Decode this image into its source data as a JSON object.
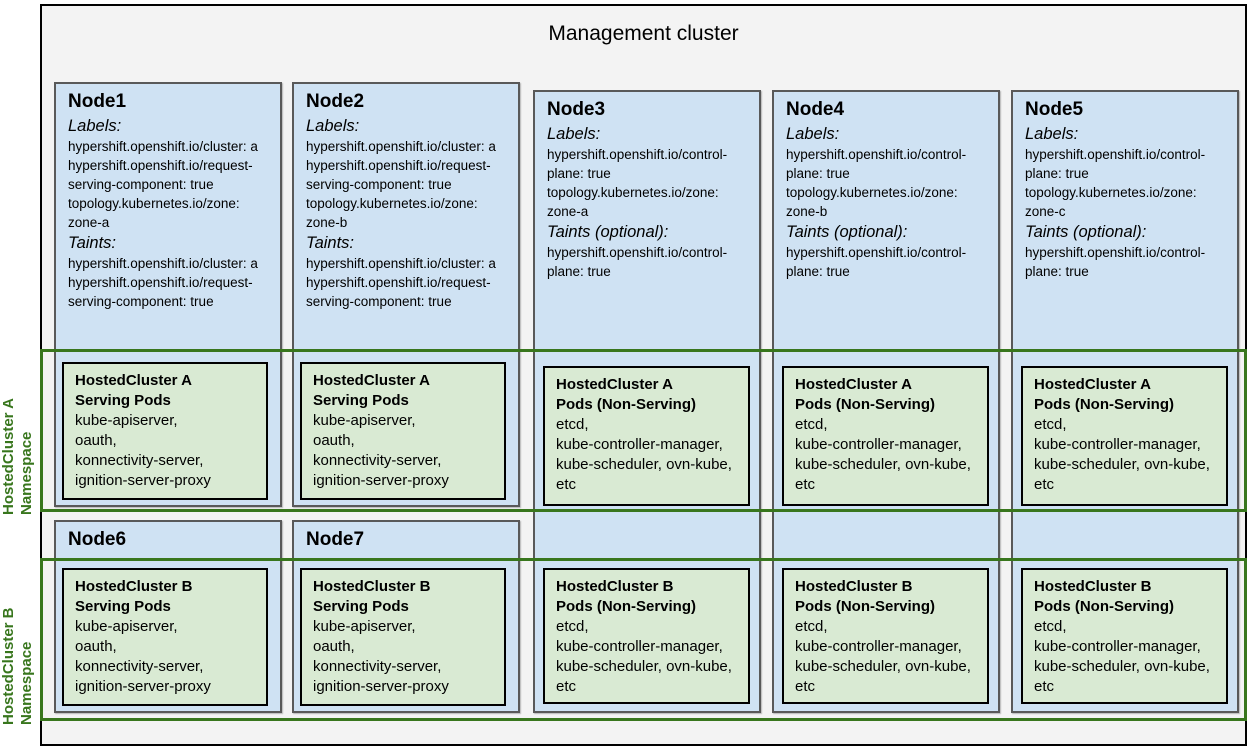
{
  "title": "Management cluster",
  "namespace_labels": {
    "a": {
      "line1": "HostedCluster A",
      "line2": "Namespace"
    },
    "b": {
      "line1": "HostedCluster B",
      "line2": "Namespace"
    }
  },
  "nodes": [
    {
      "name": "Node1",
      "labels_heading": "Labels:",
      "labels": [
        "hypershift.openshift.io/cluster: a",
        "hypershift.openshift.io/request-serving-component: true",
        "topology.kubernetes.io/zone: zone-a"
      ],
      "taints_heading": "Taints:",
      "taints": [
        "hypershift.openshift.io/cluster: a",
        "hypershift.openshift.io/request-serving-component: true"
      ]
    },
    {
      "name": "Node2",
      "labels_heading": "Labels:",
      "labels": [
        "hypershift.openshift.io/cluster: a",
        "hypershift.openshift.io/request-serving-component: true",
        "topology.kubernetes.io/zone: zone-b"
      ],
      "taints_heading": "Taints:",
      "taints": [
        "hypershift.openshift.io/cluster: a",
        "hypershift.openshift.io/request-serving-component: true"
      ]
    },
    {
      "name": "Node3",
      "labels_heading": "Labels:",
      "labels": [
        "hypershift.openshift.io/control-plane: true",
        "topology.kubernetes.io/zone: zone-a"
      ],
      "taints_heading": "Taints (optional):",
      "taints": [
        "hypershift.openshift.io/control-plane: true"
      ]
    },
    {
      "name": "Node4",
      "labels_heading": "Labels:",
      "labels": [
        "hypershift.openshift.io/control-plane: true",
        "topology.kubernetes.io/zone: zone-b"
      ],
      "taints_heading": "Taints (optional):",
      "taints": [
        "hypershift.openshift.io/control-plane: true"
      ]
    },
    {
      "name": "Node5",
      "labels_heading": "Labels:",
      "labels": [
        "hypershift.openshift.io/control-plane: true",
        "topology.kubernetes.io/zone: zone-c"
      ],
      "taints_heading": "Taints (optional):",
      "taints": [
        "hypershift.openshift.io/control-plane: true"
      ]
    },
    {
      "name": "Node6"
    },
    {
      "name": "Node7"
    }
  ],
  "pods": {
    "serving_a": {
      "title_lines": [
        "HostedCluster A",
        "Serving Pods"
      ],
      "items": [
        "kube-apiserver,",
        "oauth,",
        "konnectivity-server,",
        "ignition-server-proxy"
      ]
    },
    "nonserving_a": {
      "title_lines": [
        "HostedCluster A",
        "Pods (Non-Serving)"
      ],
      "items": [
        "etcd,",
        "kube-controller-manager, kube-scheduler, ovn-kube, etc"
      ]
    },
    "serving_b": {
      "title_lines": [
        "HostedCluster B",
        "Serving Pods"
      ],
      "items": [
        "kube-apiserver,",
        "oauth,",
        "konnectivity-server,",
        "ignition-server-proxy"
      ]
    },
    "nonserving_b": {
      "title_lines": [
        "HostedCluster B",
        "Pods (Non-Serving)"
      ],
      "items": [
        "etcd,",
        "kube-controller-manager, kube-scheduler, ovn-kube, etc"
      ]
    }
  },
  "colors": {
    "node_fill": "#cfe2f3",
    "node_border": "#595959",
    "pod_fill": "#d9ead3",
    "pod_border": "#000000",
    "namespace_border": "#38761d",
    "namespace_label_text": "#38761d",
    "cluster_fill": "#f3f3f3",
    "cluster_border": "#000000"
  }
}
